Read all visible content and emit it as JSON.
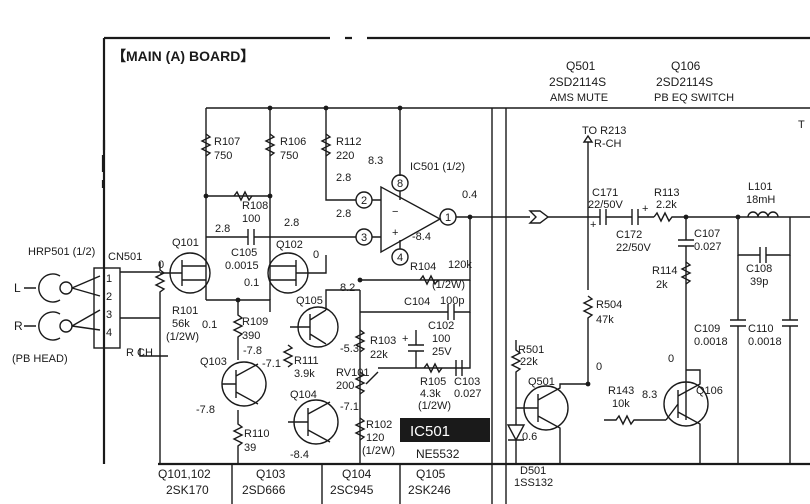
{
  "board_title": "【MAIN (A) BOARD】",
  "transistor_labels": [
    {
      "ref": "Q501",
      "part": "2SD2114S",
      "role": "AMS MUTE"
    },
    {
      "ref": "Q106",
      "part": "2SD2114S",
      "role": "PB EQ SWITCH"
    }
  ],
  "edge_text": "T",
  "to_r213": "TO R213",
  "r_ch_arrow": "R-CH",
  "ic501_label": "IC501 (1/2)",
  "ic_box": {
    "name": "IC501",
    "part": "NE5532"
  },
  "head": {
    "name": "HRP501 (1/2)",
    "L": "L",
    "R": "R",
    "note": "(PB HEAD)"
  },
  "connector": {
    "name": "CN501",
    "pins": [
      "1",
      "2",
      "3",
      "4"
    ],
    "rch": "R CH"
  },
  "resistors": [
    {
      "ref": "R107",
      "val": "750"
    },
    {
      "ref": "R106",
      "val": "750"
    },
    {
      "ref": "R112",
      "val": "220"
    },
    {
      "ref": "R108",
      "val": "100"
    },
    {
      "ref": "R101",
      "val": "56k",
      "rating": "(1/2W)"
    },
    {
      "ref": "R109",
      "val": "390"
    },
    {
      "ref": "R111",
      "val": "3.9k"
    },
    {
      "ref": "R103",
      "val": "22k"
    },
    {
      "ref": "RV101",
      "val": "200"
    },
    {
      "ref": "R110",
      "val": "39"
    },
    {
      "ref": "R102",
      "val": "120",
      "rating": "(1/2W)"
    },
    {
      "ref": "R104",
      "val": "120k",
      "rating": "(1/2W)"
    },
    {
      "ref": "R105",
      "val": "4.3k",
      "rating": "(1/2W)"
    },
    {
      "ref": "R113",
      "val": "2.2k"
    },
    {
      "ref": "R114",
      "val": "2k"
    },
    {
      "ref": "R504",
      "val": "47k"
    },
    {
      "ref": "R501",
      "val": "22k"
    },
    {
      "ref": "R143",
      "val": "10k"
    }
  ],
  "capacitors": [
    {
      "ref": "C105",
      "val": "0.0015"
    },
    {
      "ref": "C104",
      "val": "100p"
    },
    {
      "ref": "C102",
      "val": "100",
      "rating": "25V"
    },
    {
      "ref": "C103",
      "val": "0.027"
    },
    {
      "ref": "C171",
      "val": "22/50V"
    },
    {
      "ref": "C172",
      "val": "22/50V"
    },
    {
      "ref": "C107",
      "val": "0.027"
    },
    {
      "ref": "C108",
      "val": "39p"
    },
    {
      "ref": "C109",
      "val": "0.0018"
    },
    {
      "ref": "C110",
      "val": "0.0018"
    }
  ],
  "inductor": {
    "ref": "L101",
    "val": "18mH"
  },
  "diode": {
    "ref": "D501",
    "part": "1SS132"
  },
  "transistors": [
    "Q101",
    "Q102",
    "Q103",
    "Q104",
    "Q105",
    "Q501",
    "Q106"
  ],
  "voltages": {
    "cn_in": "0",
    "q101_g": "2.8",
    "q102_d": "2.8",
    "q102_s": "0",
    "q_s": "0.1",
    "q101_s": "0.1",
    "ic_pin8": "8.3",
    "ic_pin2": "2.8",
    "ic_pin3": "2.8",
    "ic_pin4": "-8.4",
    "ic_out": "0.4",
    "q105_e": "8.2",
    "q103_b": "-7.8",
    "q103_b2": "-7.1",
    "q103_e": "-7.8",
    "q104_b": "-7.1",
    "q104_e": "-8.4",
    "rv_top": "-5.3",
    "q501_c": "0",
    "q501_e": "0.6",
    "q106_c": "0",
    "q106_b": "8.3"
  },
  "ic_pins": [
    "8",
    "2",
    "3",
    "1",
    "4"
  ],
  "bottom_labels": [
    {
      "refs": "Q101,102",
      "part": "2SK170"
    },
    {
      "refs": "Q103",
      "part": "2SD666"
    },
    {
      "refs": "Q104",
      "part": "2SC945"
    },
    {
      "refs": "Q105",
      "part": "2SK246"
    }
  ]
}
